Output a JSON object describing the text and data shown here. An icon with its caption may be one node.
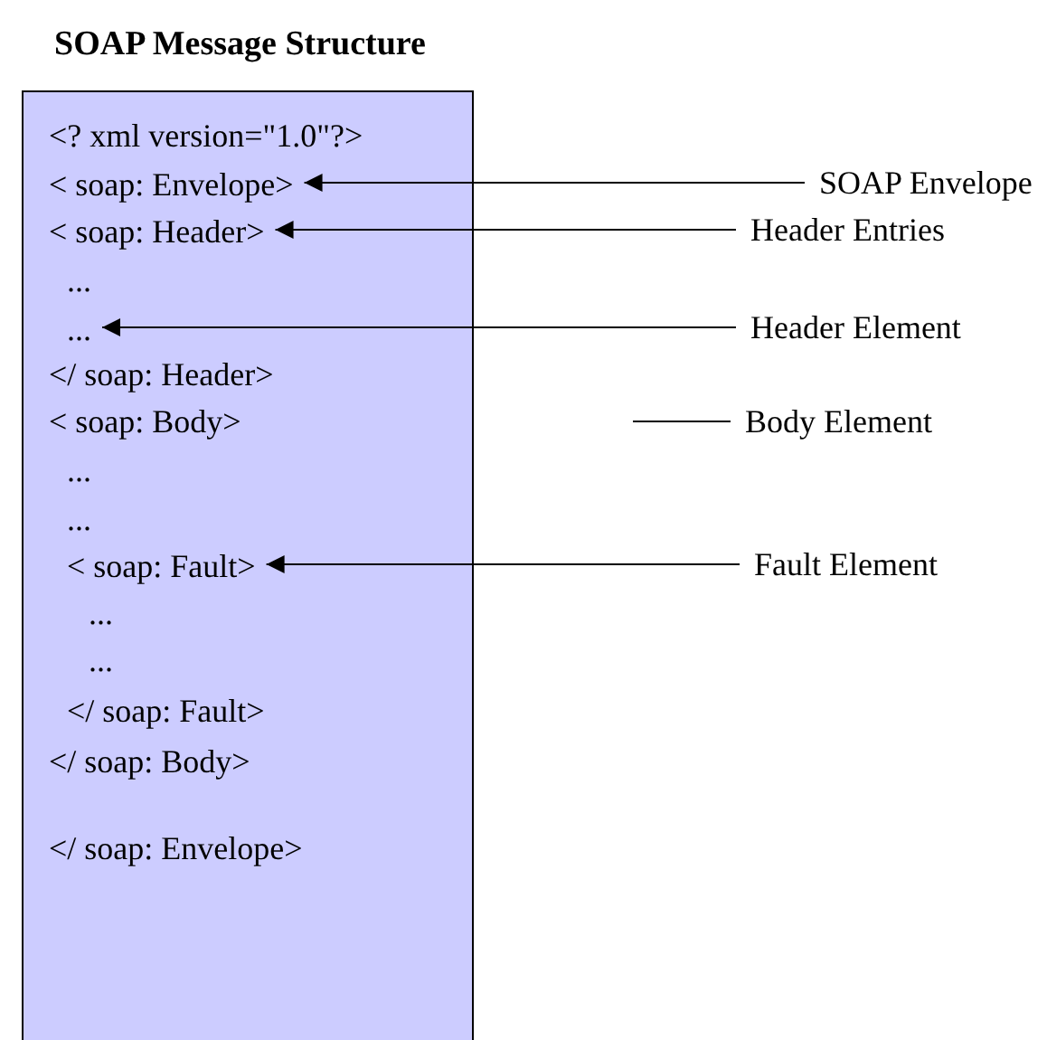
{
  "diagram": {
    "title": "SOAP Message Structure",
    "nodes": [
      {
        "text": [],
        "shape": "box"
      },
      {
        "text": [
          "<? xml version=\"1.0\"?>"
        ],
        "in": 0
      },
      {
        "text": [
          "< soap: Envelope>"
        ],
        "in": 0
      },
      {
        "text": [
          "< soap: Header>"
        ],
        "in": 0
      },
      {
        "text": [
          "..."
        ],
        "in": 0
      },
      {
        "text": [
          "..."
        ],
        "in": 0
      },
      {
        "text": [
          "</ soap: Header>"
        ],
        "in": 0
      },
      {
        "text": [
          "< soap: Body>"
        ],
        "in": 0
      },
      {
        "text": [
          "..."
        ],
        "in": 0
      },
      {
        "text": [
          "..."
        ],
        "in": 0
      },
      {
        "text": [
          "< soap: Fault>"
        ],
        "in": 0
      },
      {
        "text": [
          "..."
        ],
        "in": 0
      },
      {
        "text": [
          "..."
        ],
        "in": 0
      },
      {
        "text": [
          "</ soap: Fault>"
        ],
        "in": 0
      },
      {
        "text": [
          "</ soap: Body>"
        ],
        "in": 0
      },
      {
        "text": [
          "</ soap: Envelope>"
        ],
        "in": 0
      },
      {
        "text": [
          "SOAP Envelope"
        ]
      },
      {
        "text": [
          "Header Entries"
        ]
      },
      {
        "text": [
          "Header Element"
        ]
      },
      {
        "text": [
          "Body Element"
        ]
      },
      {
        "text": [
          "Fault Element"
        ]
      }
    ],
    "edges": [
      {
        "from": 16,
        "to": 2,
        "arrow": "to"
      },
      {
        "from": 17,
        "to": 3,
        "arrow": "to"
      },
      {
        "from": 18,
        "to": 5,
        "arrow": "to"
      },
      {
        "from": 19,
        "to": null,
        "arrow": "none"
      },
      {
        "from": 20,
        "to": 10,
        "arrow": "to"
      }
    ]
  }
}
